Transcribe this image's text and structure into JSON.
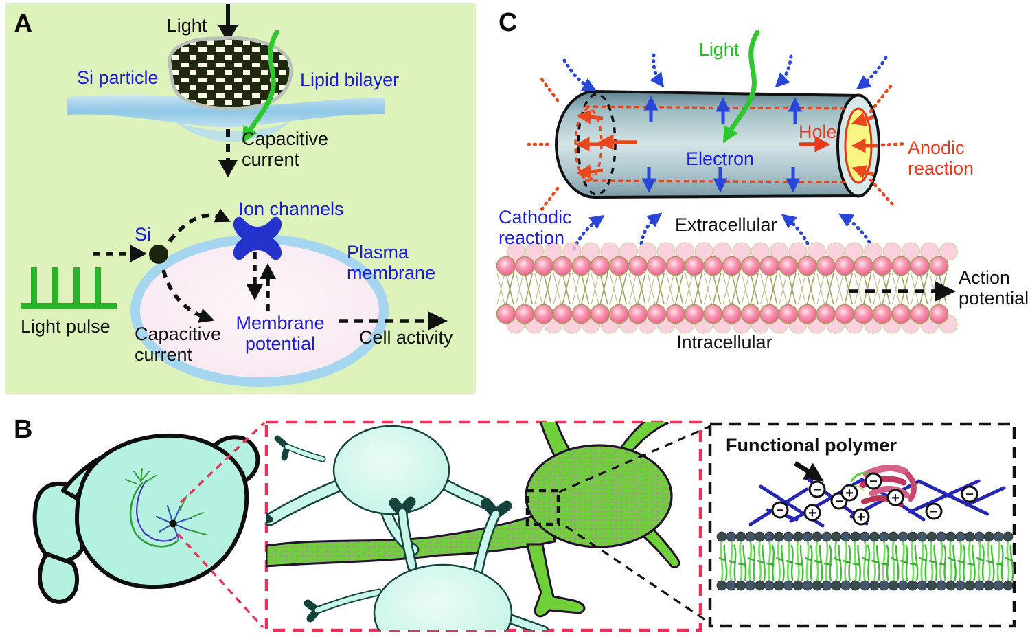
{
  "figure": {
    "panel_a": {
      "tag": "A",
      "light": "Light",
      "si_particle": "Si particle",
      "lipid_bilayer": "Lipid bilayer",
      "capacitive_current_top": "Capacitive current",
      "ion_channels": "Ion channels",
      "si": "Si",
      "plasma_membrane": "Plasma membrane",
      "membrane_potential": "Membrane potential",
      "capacitive_current": "Capacitive current",
      "cell_activity": "Cell activity",
      "light_pulse": "Light pulse"
    },
    "panel_b": {
      "tag": "B",
      "functional_polymer": "Functional polymer",
      "minus_sign": "−",
      "plus_sign": "+"
    },
    "panel_c": {
      "tag": "C",
      "light": "Light",
      "electron": "Electron",
      "hole": "Hole",
      "anodic_reaction": "Anodic reaction",
      "cathodic_reaction": "Cathodic reaction",
      "extracellular": "Extracellular",
      "intracellular": "Intracellular",
      "action_potential": "Action potential"
    },
    "colors": {
      "panel_a_background": "#def2bc",
      "label_blue": "#1b1be0",
      "light_green": "#21c421",
      "orange_red": "#e8481c",
      "arrow_blue": "#2847d8",
      "membrane_pink": "#ee5e8a",
      "cell_ring_blue": "#a6d6ef",
      "brain_cyan": "#b5f1e0",
      "neuron_cyan": "#c9f6ea",
      "neuron_green": "#6fd03a",
      "zoom_box_red": "#e8325a",
      "polymer_blue": "#2626b4",
      "nanowire_face_yellow": "#f8f583"
    }
  }
}
